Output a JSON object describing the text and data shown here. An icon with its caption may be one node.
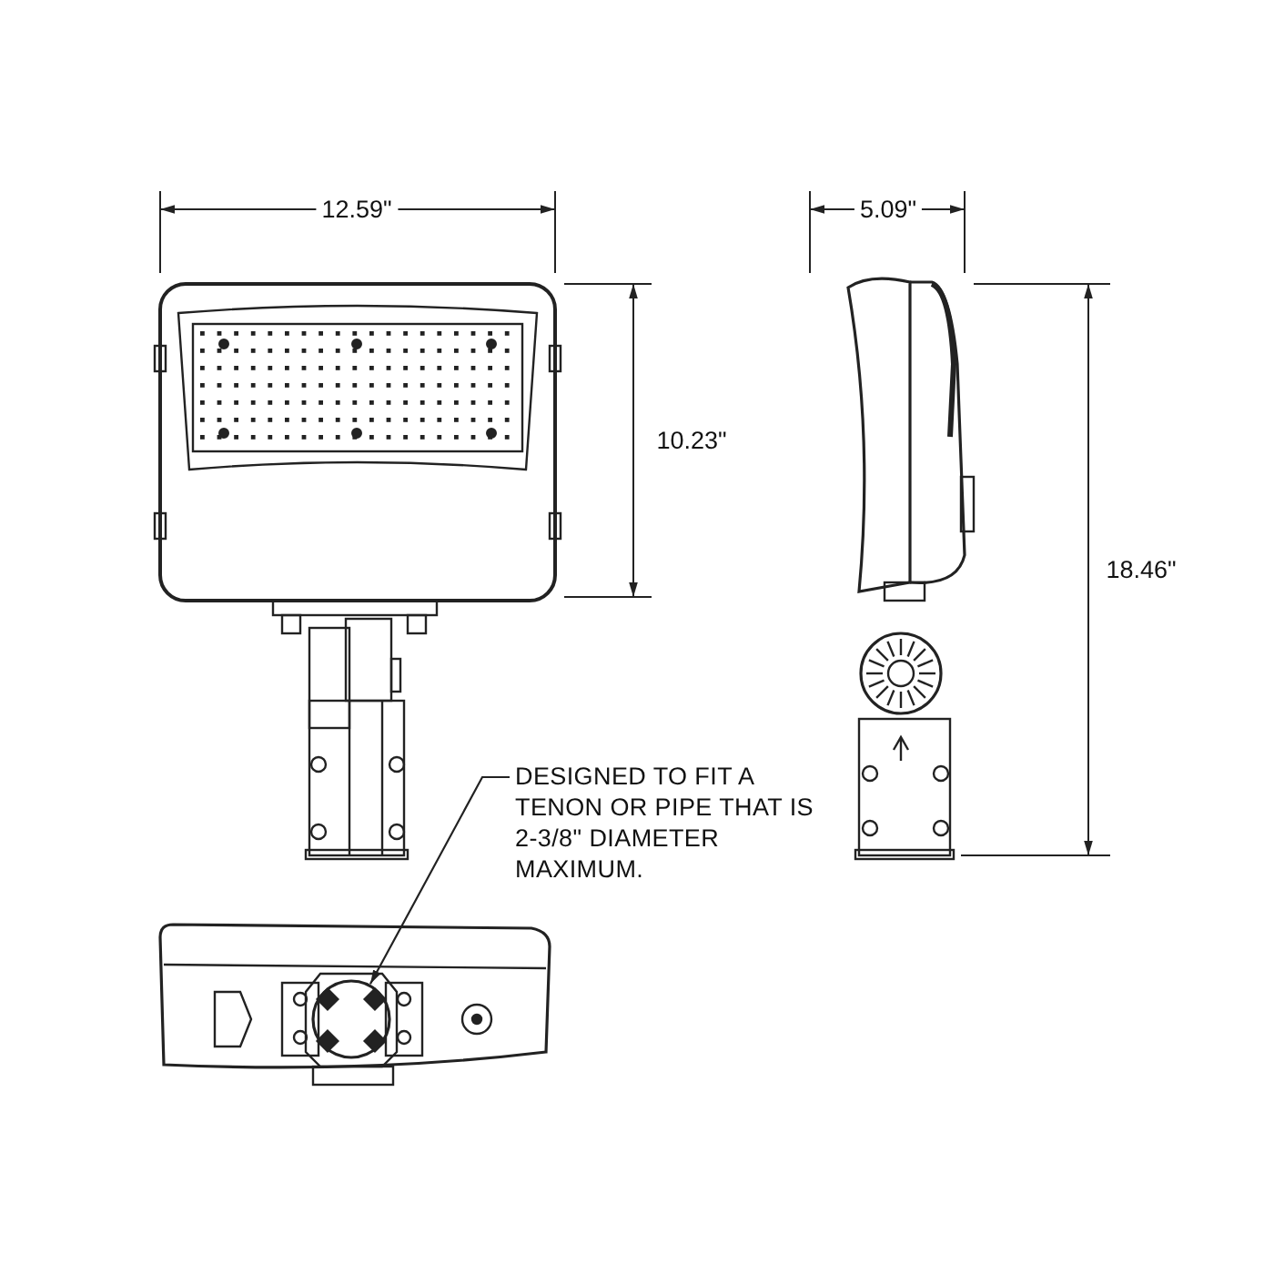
{
  "diagram": {
    "nodes": [
      {
        "text": [
          "DESIGNED TO FIT A TENON OR PIPE THAT IS 2-3/8\" DIAMETER MAXIMUM."
        ]
      },
      {
        "text": [],
        "shape": "circle"
      }
    ],
    "edges": [
      {
        "from": 0,
        "to": 1,
        "arrow": "to"
      }
    ],
    "labels": [
      "12.59\"",
      "5.09\"",
      "10.23\"",
      "18.46\""
    ]
  }
}
